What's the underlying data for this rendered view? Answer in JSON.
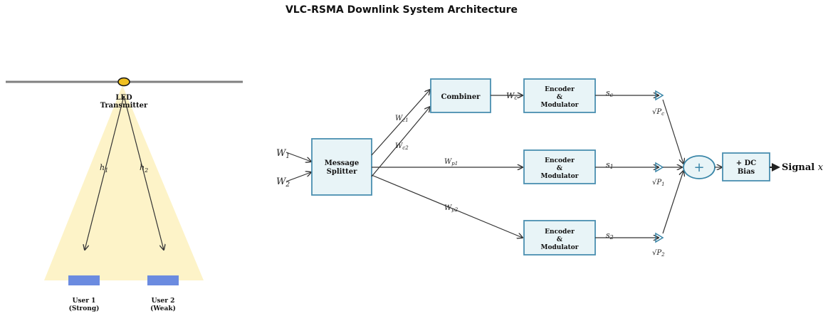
{
  "title": "VLC-RSMA Downlink System Architecture",
  "led": {
    "label_line1": "LED",
    "label_line2": "Transmitter"
  },
  "channels": {
    "h1": "h",
    "h1_sub": "1",
    "h2": "h",
    "h2_sub": "2"
  },
  "users": [
    {
      "name": "User 1",
      "note": "(Strong)"
    },
    {
      "name": "User 2",
      "note": "(Weak)"
    }
  ],
  "inputs": {
    "w1": "W",
    "w1_sub": "1",
    "w2": "W",
    "w2_sub": "2"
  },
  "blocks": {
    "splitter_line1": "Message",
    "splitter_line2": "Splitter",
    "combiner": "Combiner",
    "encoder_line1": "Encoder",
    "encoder_line2": "&",
    "encoder_line3": "Modulator",
    "dc_line1": "+ DC",
    "dc_line2": "Bias"
  },
  "labels": {
    "wc1": "W",
    "wc1_sub": "c1",
    "wc2": "W",
    "wc2_sub": "c2",
    "wc": "W",
    "wc_sub": "c",
    "wp1": "W",
    "wp1_sub": "p1",
    "wp2": "W",
    "wp2_sub": "p2",
    "sc": "s",
    "sc_sub": "c",
    "s1": "s",
    "s1_sub": "1",
    "s2": "s",
    "s2_sub": "2",
    "pc": "√P",
    "pc_sub": "c",
    "p1": "√P",
    "p1_sub": "1",
    "p2": "√P",
    "p2_sub": "2",
    "sum": "+",
    "output": "Signal ",
    "output_var": "x"
  },
  "colors": {
    "cone": "#fdf3c8",
    "led_fill": "#f0c020",
    "user_block": "#6b8be0",
    "block_fill": "#e8f4f7",
    "block_stroke": "#4a8fb0",
    "amp_stroke": "#3a86a8"
  }
}
